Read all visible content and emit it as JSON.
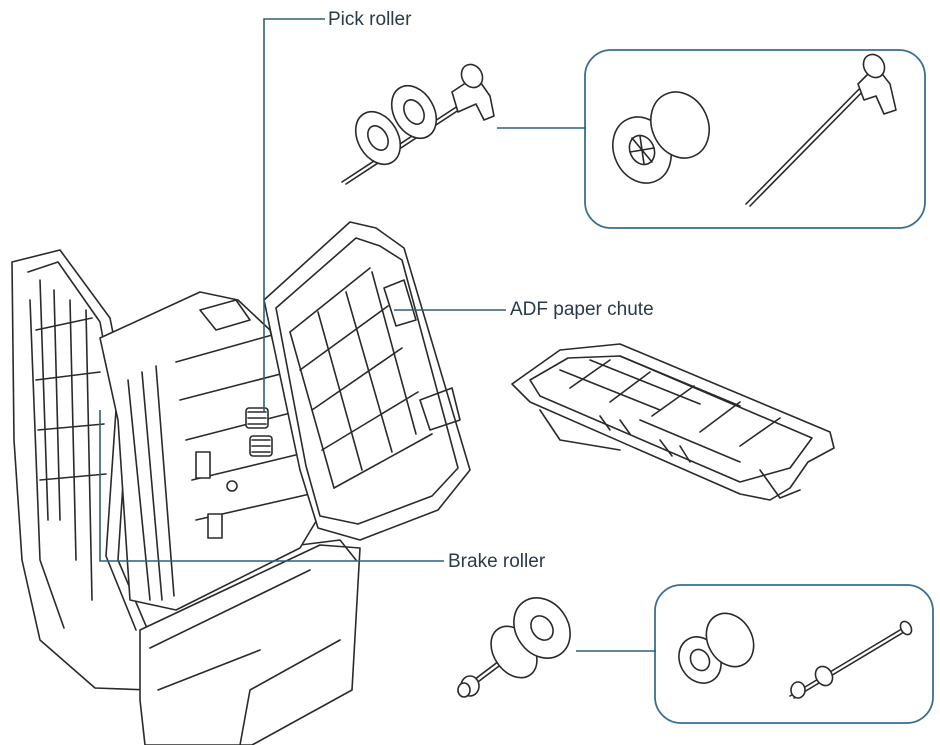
{
  "labels": {
    "pick_roller": "Pick roller",
    "adf_paper_chute": "ADF paper chute",
    "brake_roller": "Brake roller"
  },
  "colors": {
    "callout_line": "#2f5f7a",
    "callout_box": "#3a6f8f",
    "drawing_stroke": "#2a2a2a",
    "drawing_fill": "#ffffff",
    "text": "#2a3a48"
  }
}
